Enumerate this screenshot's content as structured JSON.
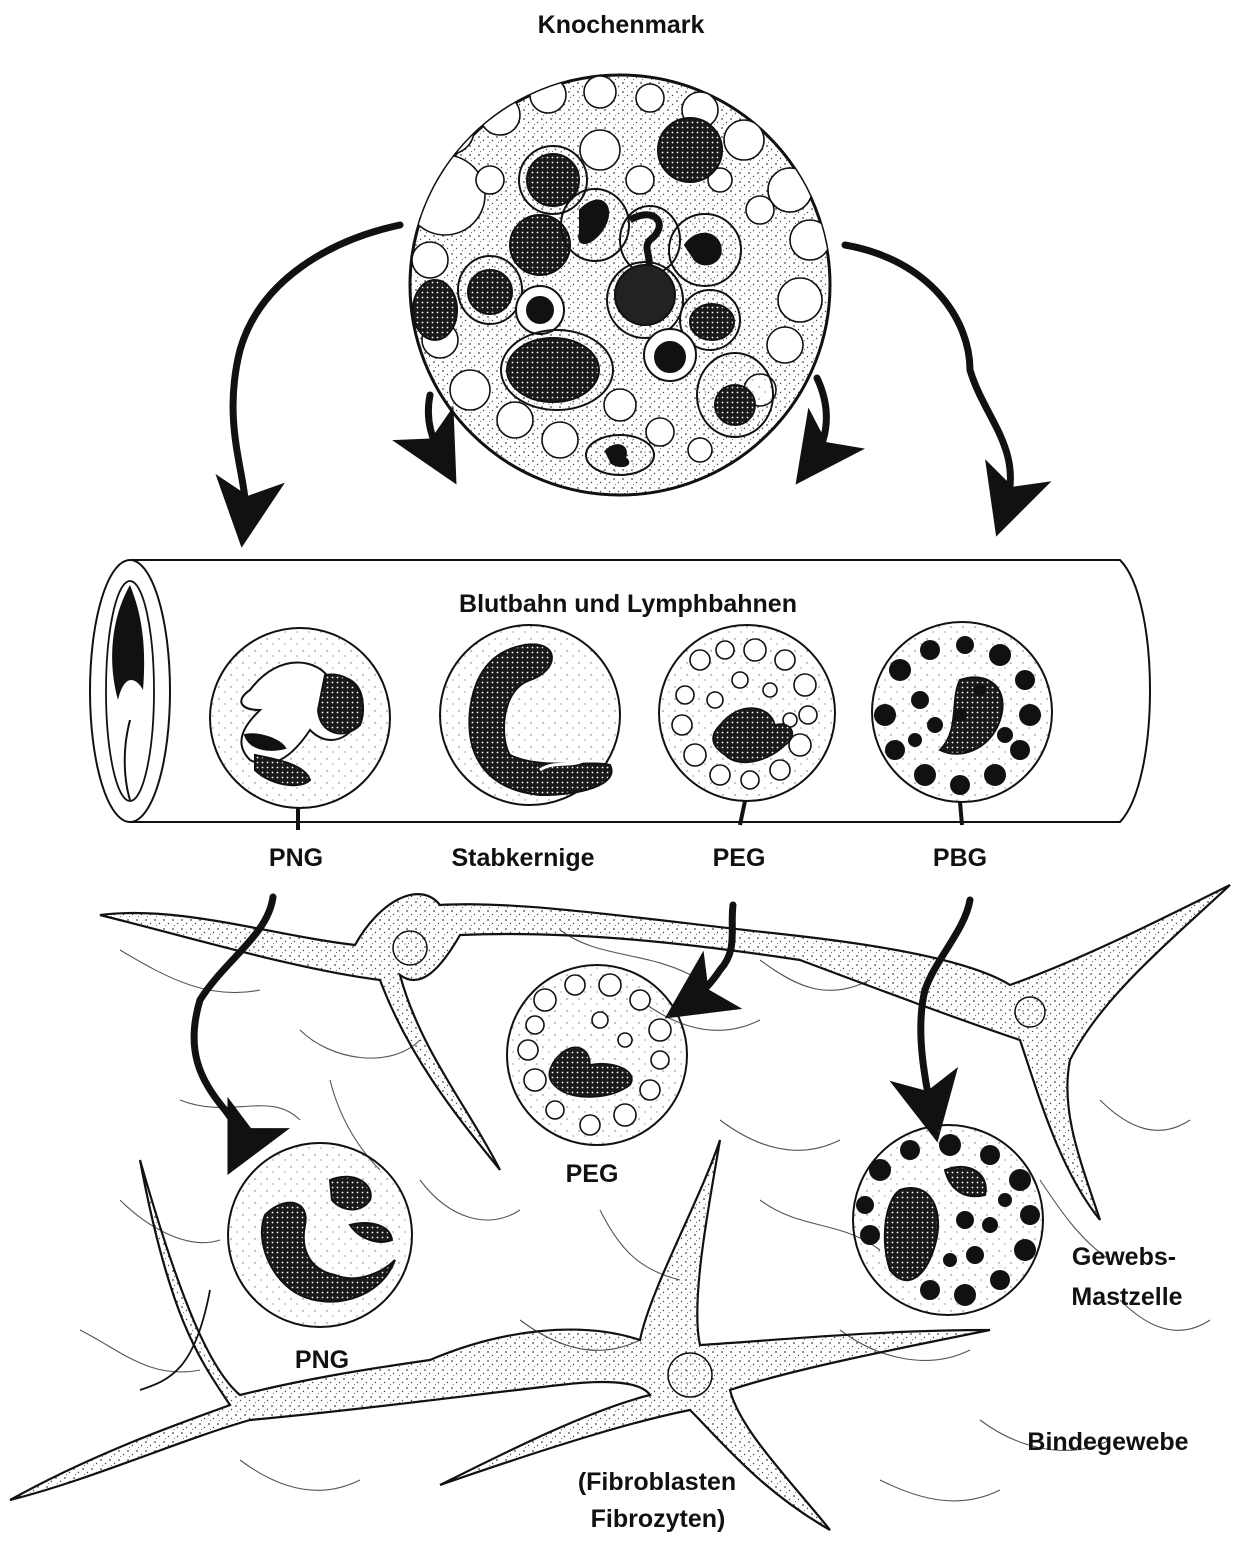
{
  "title": "Knochenmark",
  "vessel_label": "Blutbahn und Lymphbahnen",
  "blood_cells": [
    {
      "label": "PNG",
      "kind": "neutrophil"
    },
    {
      "label": "Stabkernige",
      "kind": "band"
    },
    {
      "label": "PEG",
      "kind": "eosinophil"
    },
    {
      "label": "PBG",
      "kind": "basophil"
    }
  ],
  "tissue_cells": {
    "png": "PNG",
    "peg": "PEG",
    "mast_line1": "Gewebs-",
    "mast_line2": "Mastzelle"
  },
  "tissue_label": "Bindegewebe",
  "fibro_line1": "(Fibroblasten",
  "fibro_line2": "Fibrozyten)",
  "colors": {
    "ink": "#111111",
    "paper": "#ffffff",
    "stipple": "#555555"
  }
}
